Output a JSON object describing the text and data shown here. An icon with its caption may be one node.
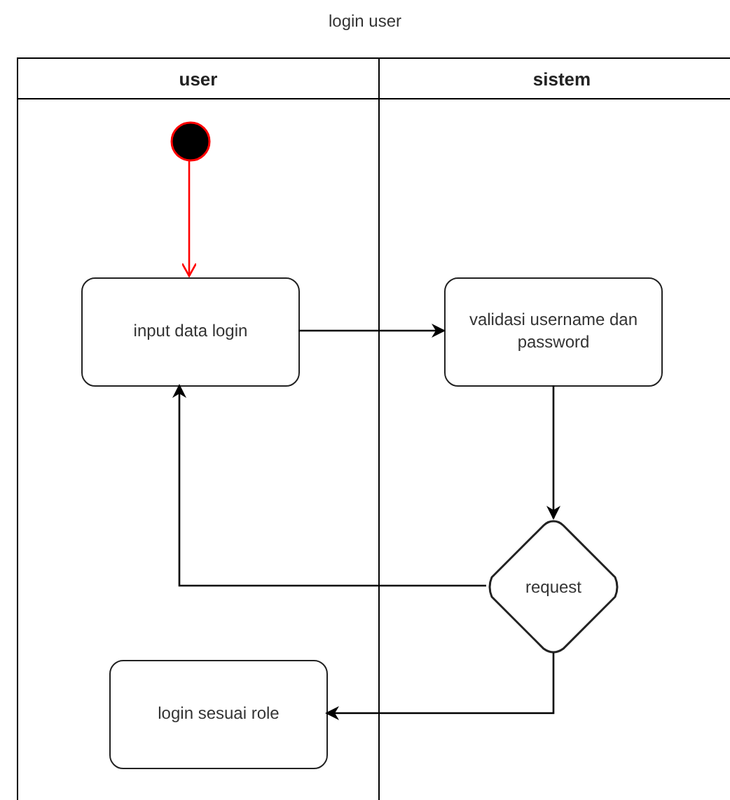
{
  "diagram": {
    "title": "login user",
    "nodes": [
      {
        "text": [
          "user"
        ]
      },
      {
        "text": [
          "sistem"
        ]
      },
      {
        "text": [],
        "shape": "circle",
        "in": 0
      },
      {
        "text": [
          "input data login"
        ],
        "in": 0
      },
      {
        "text": [
          "validasi username dan password"
        ],
        "in": 1
      },
      {
        "text": [
          "request"
        ],
        "in": 1
      },
      {
        "text": [
          "login sesuai role"
        ],
        "in": 0
      }
    ],
    "edges": [
      {
        "from": 2,
        "to": 3,
        "arrow": "to",
        "color": "#ff0000"
      },
      {
        "from": 3,
        "to": 4,
        "arrow": "to"
      },
      {
        "from": 4,
        "to": 5,
        "arrow": "to"
      },
      {
        "from": 5,
        "to": 3,
        "arrow": "to"
      },
      {
        "from": 5,
        "to": 6,
        "arrow": "to"
      }
    ]
  }
}
